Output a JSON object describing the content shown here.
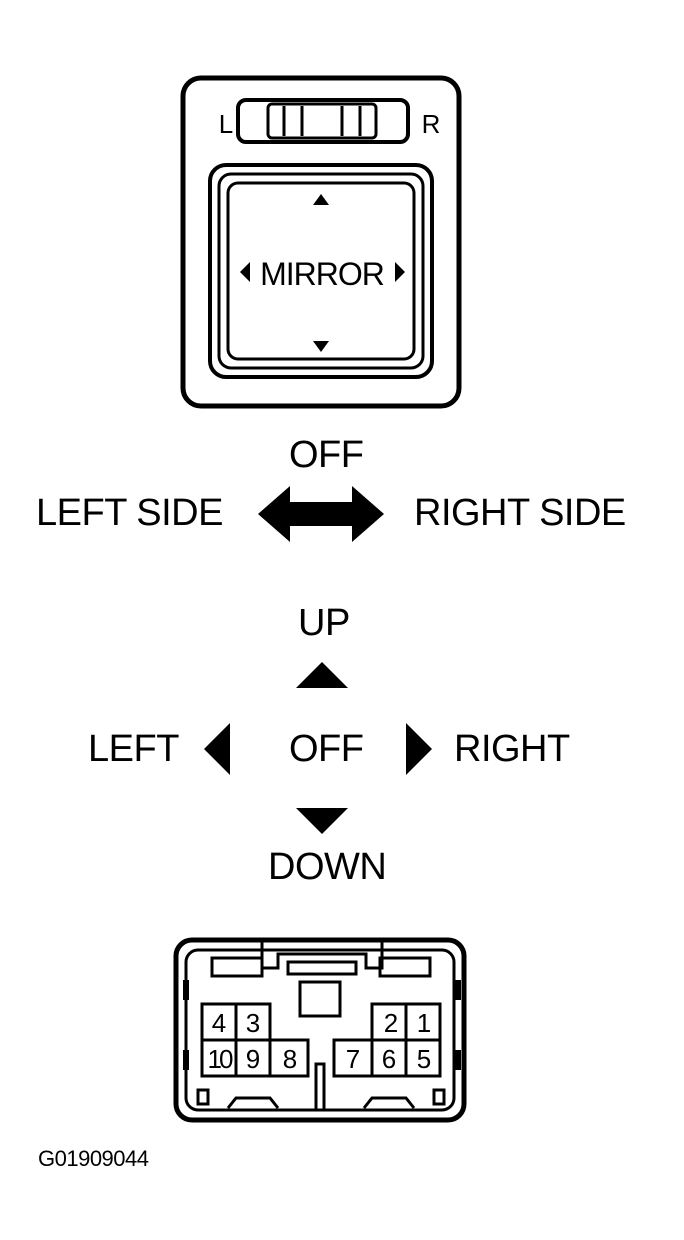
{
  "switch": {
    "left_label": "L",
    "right_label": "R",
    "button_label": "MIRROR"
  },
  "selector": {
    "off_label": "OFF",
    "left_label": "LEFT SIDE",
    "right_label": "RIGHT SIDE"
  },
  "direction": {
    "up_label": "UP",
    "down_label": "DOWN",
    "left_label": "LEFT",
    "right_label": "RIGHT",
    "off_label": "OFF"
  },
  "connector": {
    "pins": [
      "1",
      "2",
      "3",
      "4",
      "5",
      "6",
      "7",
      "8",
      "9",
      "10"
    ]
  },
  "figure_id": "G01909044"
}
